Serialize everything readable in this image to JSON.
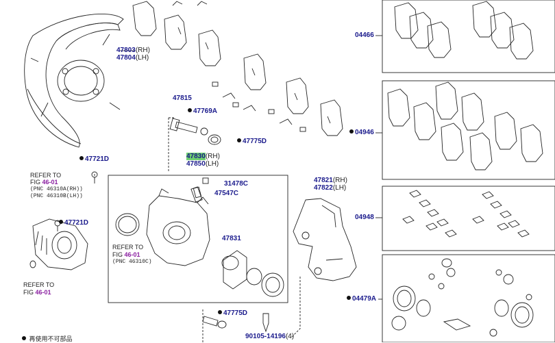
{
  "labels": {
    "p47803": {
      "num": "47803",
      "suffix": "(RH)"
    },
    "p47804": {
      "num": "47804",
      "suffix": "(LH)"
    },
    "p47815": {
      "num": "47815"
    },
    "p47769A": {
      "num": "47769A"
    },
    "p47775D_top": {
      "num": "47775D"
    },
    "p47721D_a": {
      "num": "47721D"
    },
    "p47721D_b": {
      "num": "47721D"
    },
    "p47830": {
      "num": "47830",
      "suffix": "(RH)"
    },
    "p47850": {
      "num": "47850",
      "suffix": "(LH)"
    },
    "p31478C": {
      "num": "31478C"
    },
    "p47547C": {
      "num": "47547C"
    },
    "p47831": {
      "num": "47831"
    },
    "p47821": {
      "num": "47821",
      "suffix": "(RH)"
    },
    "p47822": {
      "num": "47822",
      "suffix": "(LH)"
    },
    "p47775D_bot": {
      "num": "47775D"
    },
    "p90105": {
      "num": "90105-14196",
      "suffix": "(4)"
    },
    "p04466": {
      "num": "04466"
    },
    "p04946": {
      "num": "04946"
    },
    "p04948": {
      "num": "04948"
    },
    "p04479A": {
      "num": "04479A"
    }
  },
  "refs": {
    "left_top": {
      "line1": "REFER TO",
      "fig": "FIG",
      "fignum": "46-01",
      "pnc1": "(PNC 46310A(RH))",
      "pnc2": "(PNC 46310B(LH))"
    },
    "middle": {
      "line1": "REFER TO",
      "fig": "FIG",
      "fignum": "46-01",
      "pnc1": "(PNC 46310C)"
    },
    "left_bottom": {
      "line1": "REFER TO",
      "fig": "FIG",
      "fignum": "46-01"
    }
  },
  "legend": {
    "text": "再使用不可部品"
  },
  "colors": {
    "part_number": "#1a1a8c",
    "figure_ref": "#8a1fa0",
    "highlight": "#6fcf6f"
  }
}
